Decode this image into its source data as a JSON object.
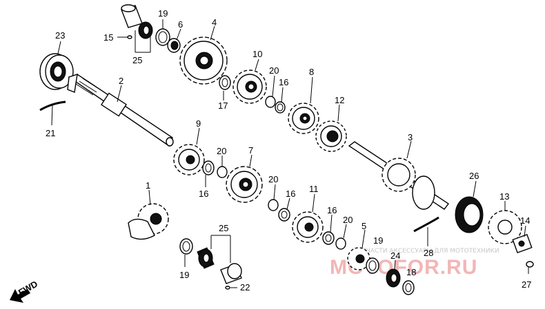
{
  "diagram": {
    "callouts": {
      "c23": "23",
      "c15": "15",
      "c19a": "19",
      "c25a": "25",
      "c6": "6",
      "c4": "4",
      "c2": "2",
      "c21": "21",
      "c10": "10",
      "c20a": "20",
      "c16a": "16",
      "c17": "17",
      "c8": "8",
      "c12": "12",
      "c9": "9",
      "c20b": "20",
      "c16b": "16",
      "c7": "7",
      "c20c": "20",
      "c16c": "16",
      "c11": "11",
      "c3": "3",
      "c26": "26",
      "c13": "13",
      "c14": "14",
      "c1": "1",
      "c25b": "25",
      "c19b": "19",
      "c22": "22",
      "c16d": "16",
      "c20d": "20",
      "c5": "5",
      "c19c": "19",
      "c24": "24",
      "c28": "28",
      "c18": "18",
      "c27": "27"
    },
    "direction_label": "FWD",
    "watermark": {
      "caption": "ЗАПЧАСТИ АКСЕССУАРЫ ДЛЯ МОТОТЕХНИКИ",
      "logo": "MOTOFOR.RU",
      "color": "#f2b6b6"
    }
  }
}
